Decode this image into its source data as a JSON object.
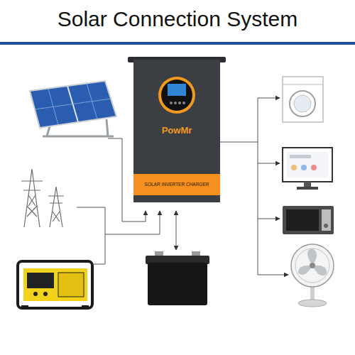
{
  "diagram": {
    "title": "Solar Connection System",
    "nodes": [
      {
        "text": [
          "PowMr"
        ]
      },
      {
        "text": [
          "SOLAR INVERTER CHARGER"
        ],
        "in": 0
      }
    ]
  }
}
